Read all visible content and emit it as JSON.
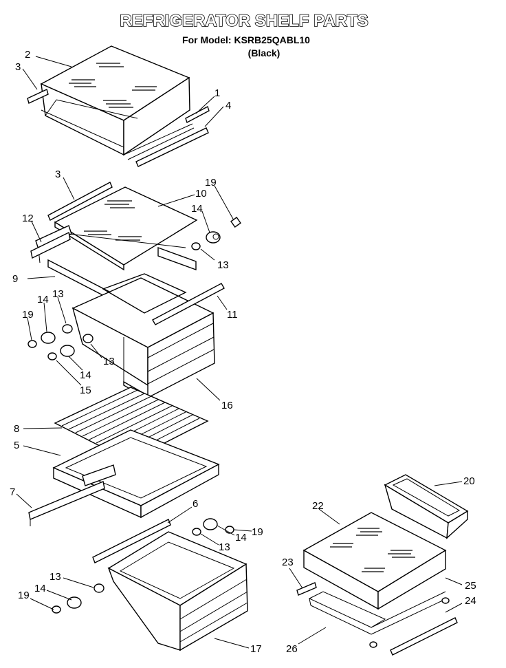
{
  "header": {
    "title": "REFRIGERATOR SHELF PARTS",
    "model_line": "For Model: KSRB25QABL10",
    "color_line": "(Black)"
  },
  "callouts": [
    {
      "id": "c2a",
      "label": "2"
    },
    {
      "id": "c3a",
      "label": "3"
    },
    {
      "id": "c1",
      "label": "1"
    },
    {
      "id": "c4",
      "label": "4"
    },
    {
      "id": "c3b",
      "label": "3"
    },
    {
      "id": "c19a",
      "label": "19"
    },
    {
      "id": "c10",
      "label": "10"
    },
    {
      "id": "c14a",
      "label": "14"
    },
    {
      "id": "c12",
      "label": "12"
    },
    {
      "id": "c13a",
      "label": "13"
    },
    {
      "id": "c9",
      "label": "9"
    },
    {
      "id": "c13b",
      "label": "13"
    },
    {
      "id": "c14b",
      "label": "14"
    },
    {
      "id": "c11",
      "label": "11"
    },
    {
      "id": "c19b",
      "label": "19"
    },
    {
      "id": "c13c",
      "label": "13"
    },
    {
      "id": "c14c",
      "label": "14"
    },
    {
      "id": "c15",
      "label": "15"
    },
    {
      "id": "c16",
      "label": "16"
    },
    {
      "id": "c8",
      "label": "8"
    },
    {
      "id": "c5",
      "label": "5"
    },
    {
      "id": "c7",
      "label": "7"
    },
    {
      "id": "c20",
      "label": "20"
    },
    {
      "id": "c6",
      "label": "6"
    },
    {
      "id": "c22",
      "label": "22"
    },
    {
      "id": "c19c",
      "label": "19"
    },
    {
      "id": "c14d",
      "label": "14"
    },
    {
      "id": "c13d",
      "label": "13"
    },
    {
      "id": "c23",
      "label": "23"
    },
    {
      "id": "c25",
      "label": "25"
    },
    {
      "id": "c13e",
      "label": "13"
    },
    {
      "id": "c24",
      "label": "24"
    },
    {
      "id": "c14e",
      "label": "14"
    },
    {
      "id": "c19d",
      "label": "19"
    },
    {
      "id": "c17",
      "label": "17"
    },
    {
      "id": "c26",
      "label": "26"
    }
  ]
}
